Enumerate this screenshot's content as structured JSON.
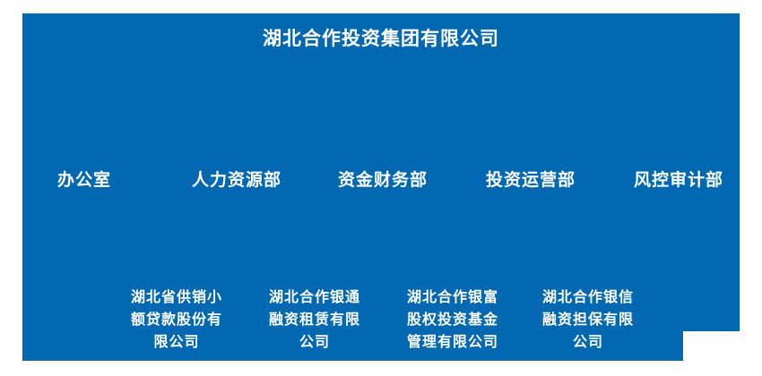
{
  "org_chart": {
    "title": "湖北合作投资集团有限公司",
    "departments": [
      {
        "label": "办公室"
      },
      {
        "label": "人力资源部"
      },
      {
        "label": "资金财务部"
      },
      {
        "label": "投资运营部"
      },
      {
        "label": "风控审计部"
      }
    ],
    "subsidiaries": [
      {
        "name": "湖北省供销小额贷款股份有限公司"
      },
      {
        "name": "湖北合作银通融资租赁有限公司"
      },
      {
        "name": "湖北合作银富股权投资基金管理有限公司"
      },
      {
        "name": "湖北合作银信融资担保有限公司"
      }
    ],
    "colors": {
      "panel_background": "#0268b2",
      "text": "#ffffff",
      "page_background": "#ffffff"
    }
  }
}
